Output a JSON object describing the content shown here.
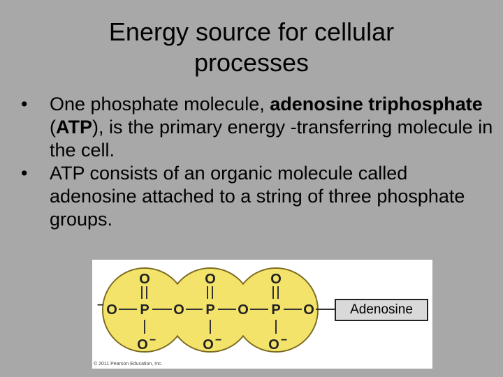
{
  "title": {
    "line1": "Energy source for cellular",
    "line2": "processes"
  },
  "bullets": [
    {
      "marker": "•",
      "text_a": "One phosphate molecule, ",
      "bold_a": "adenosine triphosphate",
      "text_b": " (",
      "bold_b": "ATP",
      "text_c": "), is the primary energy -transferring molecule in the cell."
    },
    {
      "marker": "•",
      "text": "ATP consists of an organic molecule called adenosine attached to a string of three phosphate groups."
    }
  ],
  "figure": {
    "adenosine_label": "Adenosine",
    "oxygen": "O",
    "phosphorus": "P",
    "charge": "−",
    "copyright": "© 2011 Pearson Education, Inc.",
    "colors": {
      "phosphate_fill": "#f3e36a",
      "phosphate_stroke": "#7a6a20"
    }
  }
}
